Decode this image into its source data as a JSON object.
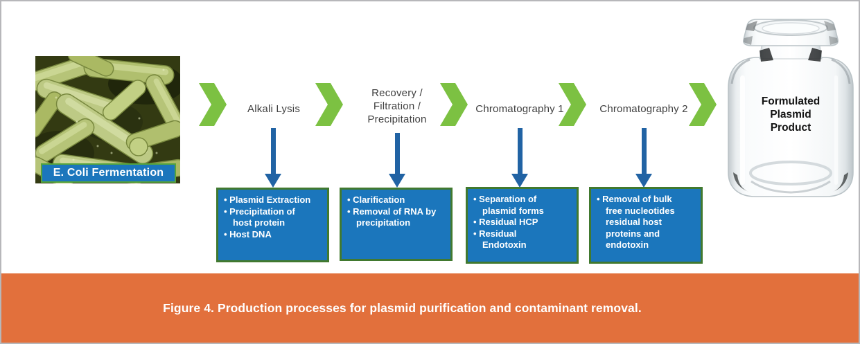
{
  "figure": {
    "caption": "Figure 4. Production processes for plasmid purification and contaminant removal."
  },
  "fermentation": {
    "label": "E. Coli Fermentation"
  },
  "steps": [
    {
      "label": "Alkali Lysis",
      "bullets": [
        "Plasmid Extraction",
        "Precipitation of host protein",
        "Host DNA"
      ]
    },
    {
      "label": "Recovery / Filtration / Precipitation",
      "bullets": [
        "Clarification",
        "Removal of RNA by precipitation"
      ]
    },
    {
      "label": "Chromatography 1",
      "bullets": [
        "Separation of plasmid forms",
        "Residual HCP",
        "Residual Endotoxin"
      ]
    },
    {
      "label": "Chromatography 2",
      "bullets": [
        "Removal of bulk free nucleotides residual host proteins and endotoxin"
      ]
    }
  ],
  "product": {
    "label": "Formulated Plasmid Product"
  },
  "colors": {
    "chevron_green": "#7CC142",
    "arrow_blue": "#2163A4",
    "box_blue": "#1B76BC",
    "box_border_green": "#41792F",
    "ecoli_label_border_green": "#55A33C",
    "caption_bar_orange": "#E2703C",
    "step_label_text": "#3F3F3F"
  }
}
